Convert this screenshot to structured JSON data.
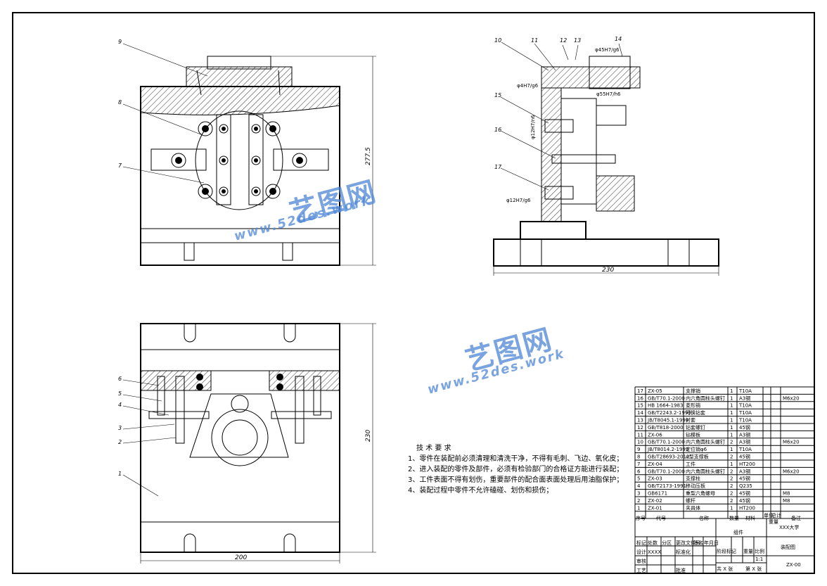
{
  "watermark": {
    "brand": "艺图网",
    "url": "www.52des.work"
  },
  "front_view": {
    "height_dim": "277.5",
    "labels": [
      "9",
      "8",
      "7"
    ]
  },
  "side_view": {
    "width_dim": "230",
    "labels": [
      "10",
      "11",
      "12",
      "13",
      "14",
      "15",
      "16",
      "17"
    ],
    "fits": {
      "f1": "φ45H7/g6",
      "f2": "φ4H7/g6",
      "f3": "φ55H7/h6",
      "f4": "φ12H7/n6",
      "f5": "φ12H7/g6"
    }
  },
  "top_view": {
    "width_dim": "200",
    "height_dim": "230",
    "labels": [
      "6",
      "5",
      "4",
      "3",
      "2",
      "1"
    ]
  },
  "tech_req": {
    "title": "技 术 要 求",
    "items": [
      "1、零件在装配前必须清理和清洗干净，不得有毛刺、飞边、氧化皮；",
      "2、进入装配的零件及部件，必须有检验部门的合格证方能进行装配；",
      "3、工件表面不得有划伤，重要部件的配合面表面处理后用油脂保护；",
      "4、装配过程中零件不允许磕碰、划伤和损伤；"
    ]
  },
  "bom": {
    "rows": [
      [
        "17",
        "ZX-05",
        "支撑销",
        "1",
        "T10A",
        "",
        ""
      ],
      [
        "16",
        "GB/T70.1-2000",
        "内六角圆柱头螺钉",
        "1",
        "A3钢",
        "",
        "M6x20"
      ],
      [
        "15",
        "HB 1664-1983",
        "菱形销",
        "1",
        "T10A",
        "",
        ""
      ],
      [
        "14",
        "GB/T2243.2-1999",
        "可换钻套",
        "1",
        "T10A",
        "",
        ""
      ],
      [
        "13",
        "JB/T8045.1-1999",
        "衬套",
        "1",
        "T10A",
        "",
        ""
      ],
      [
        "12",
        "GB/T818-2000",
        "钻套螺钉",
        "1",
        "45钢",
        "",
        ""
      ],
      [
        "11",
        "ZX-06",
        "钻模板",
        "1",
        "A3钢",
        "",
        ""
      ],
      [
        "10",
        "GB/T70.1-2000",
        "内六角圆柱头螺钉",
        "2",
        "A3钢",
        "",
        "M6x20"
      ],
      [
        "9",
        "JB/T8014.2-1999",
        "定位销φ6",
        "1",
        "T10A",
        "",
        ""
      ],
      [
        "8",
        "GB/T28693-2012",
        "A型支撑板",
        "2",
        "45钢",
        "",
        ""
      ],
      [
        "7",
        "ZX-04",
        "工件",
        "1",
        "HT200",
        "",
        ""
      ],
      [
        "6",
        "GB/T70.1-2000",
        "内六角圆柱头螺钉",
        "2",
        "A3钢",
        "",
        "M6x20"
      ],
      [
        "5",
        "ZX-03",
        "支撑柱",
        "2",
        "45钢",
        "",
        ""
      ],
      [
        "4",
        "GB/T2173-1991",
        "移动压板",
        "2",
        "Q235",
        "",
        ""
      ],
      [
        "3",
        "GB6171",
        "重型六角螺母",
        "2",
        "45钢",
        "",
        "M8"
      ],
      [
        "2",
        "ZX-02",
        "螺杆",
        "2",
        "45钢",
        "",
        "M8"
      ],
      [
        "1",
        "ZX-01",
        "夹具体",
        "1",
        "HT200",
        "",
        ""
      ]
    ],
    "header": [
      "序号",
      "代号",
      "名称",
      "数量",
      "材料",
      "单件",
      "总计",
      "备注"
    ],
    "header_sub": "重量"
  },
  "title_block": {
    "group": "组件",
    "school": "XXX大学",
    "drawing_name": "装配图",
    "scale": "1:1",
    "drawing_no": "ZX-00",
    "labels": {
      "mark": "标记",
      "count": "处数",
      "zone": "分区",
      "change_no": "更改文件号",
      "sign": "签名",
      "date": "年月日",
      "design": "设计",
      "std": "标准化",
      "stage": "阶段标记",
      "weight": "重量",
      "ratio": "比例",
      "check": "审核",
      "process": "工艺",
      "approve": "批准",
      "sheet": "共 X 张",
      "sheet2": "第 X 张",
      "designer": "XXXX"
    }
  }
}
